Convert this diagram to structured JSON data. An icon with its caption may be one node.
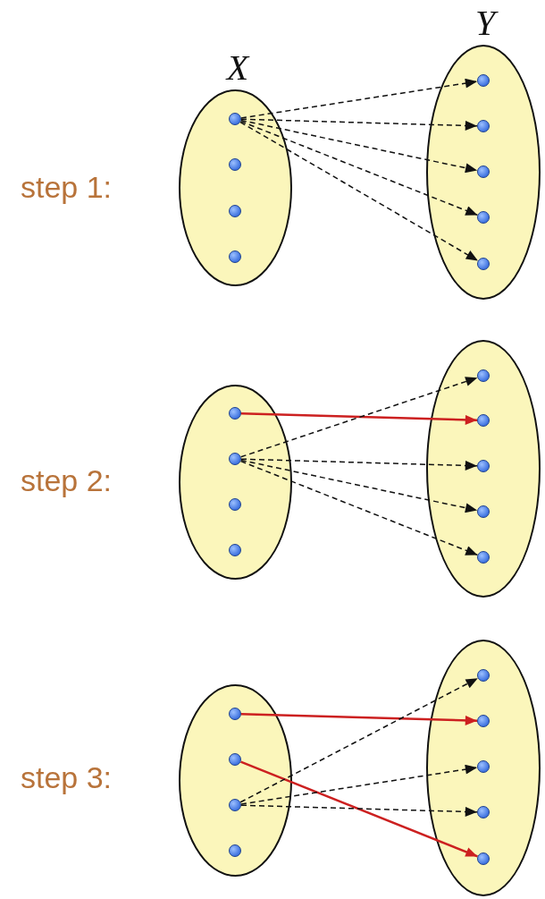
{
  "diagram": {
    "nodes": [
      {
        "text": [
          "X"
        ]
      },
      {
        "text": [],
        "shape": "circle",
        "in": 0
      },
      {
        "text": [],
        "shape": "circle",
        "in": 0
      },
      {
        "text": [],
        "shape": "circle",
        "in": 0
      },
      {
        "text": [],
        "shape": "circle",
        "in": 0
      },
      {
        "text": [
          "Y"
        ]
      },
      {
        "text": [],
        "shape": "circle",
        "in": 5
      },
      {
        "text": [],
        "shape": "circle",
        "in": 5
      },
      {
        "text": [],
        "shape": "circle",
        "in": 5
      },
      {
        "text": [],
        "shape": "circle",
        "in": 5
      },
      {
        "text": [],
        "shape": "circle",
        "in": 5
      },
      {
        "text": [],
        "shape": "ellipse"
      },
      {
        "text": [],
        "shape": "circle",
        "in": 11
      },
      {
        "text": [],
        "shape": "circle",
        "in": 11
      },
      {
        "text": [],
        "shape": "circle",
        "in": 11
      },
      {
        "text": [],
        "shape": "circle",
        "in": 11
      },
      {
        "text": [],
        "shape": "ellipse"
      },
      {
        "text": [],
        "shape": "circle",
        "in": 16
      },
      {
        "text": [],
        "shape": "circle",
        "in": 16
      },
      {
        "text": [],
        "shape": "circle",
        "in": 16
      },
      {
        "text": [],
        "shape": "circle",
        "in": 16
      },
      {
        "text": [],
        "shape": "circle",
        "in": 16
      },
      {
        "text": [],
        "shape": "ellipse"
      },
      {
        "text": [],
        "shape": "circle",
        "in": 22
      },
      {
        "text": [],
        "shape": "circle",
        "in": 22
      },
      {
        "text": [],
        "shape": "circle",
        "in": 22
      },
      {
        "text": [],
        "shape": "circle",
        "in": 22
      },
      {
        "text": [],
        "shape": "ellipse"
      },
      {
        "text": [],
        "shape": "circle",
        "in": 27
      },
      {
        "text": [],
        "shape": "circle",
        "in": 27
      },
      {
        "text": [],
        "shape": "circle",
        "in": 27
      },
      {
        "text": [],
        "shape": "circle",
        "in": 27
      },
      {
        "text": [],
        "shape": "circle",
        "in": 27
      }
    ],
    "edges": [
      {
        "from": 1,
        "to": 6,
        "arrow": "to",
        "style": "dashed"
      },
      {
        "from": 1,
        "to": 7,
        "arrow": "to",
        "style": "dashed"
      },
      {
        "from": 1,
        "to": 8,
        "arrow": "to",
        "style": "dashed"
      },
      {
        "from": 1,
        "to": 9,
        "arrow": "to",
        "style": "dashed"
      },
      {
        "from": 1,
        "to": 10,
        "arrow": "to",
        "style": "dashed"
      },
      {
        "from": 12,
        "to": 18,
        "arrow": "to",
        "color": "#cc2020"
      },
      {
        "from": 13,
        "to": 17,
        "arrow": "to",
        "style": "dashed"
      },
      {
        "from": 13,
        "to": 19,
        "arrow": "to",
        "style": "dashed"
      },
      {
        "from": 13,
        "to": 20,
        "arrow": "to",
        "style": "dashed"
      },
      {
        "from": 13,
        "to": 21,
        "arrow": "to",
        "style": "dashed"
      },
      {
        "from": 23,
        "to": 29,
        "arrow": "to",
        "color": "#cc2020"
      },
      {
        "from": 24,
        "to": 32,
        "arrow": "to",
        "color": "#cc2020"
      },
      {
        "from": 25,
        "to": 28,
        "arrow": "to",
        "style": "dashed"
      },
      {
        "from": 25,
        "to": 30,
        "arrow": "to",
        "style": "dashed"
      },
      {
        "from": 25,
        "to": 31,
        "arrow": "to",
        "style": "dashed"
      }
    ],
    "labels": [
      "step 1:",
      "step 2:",
      "step 3:"
    ]
  }
}
